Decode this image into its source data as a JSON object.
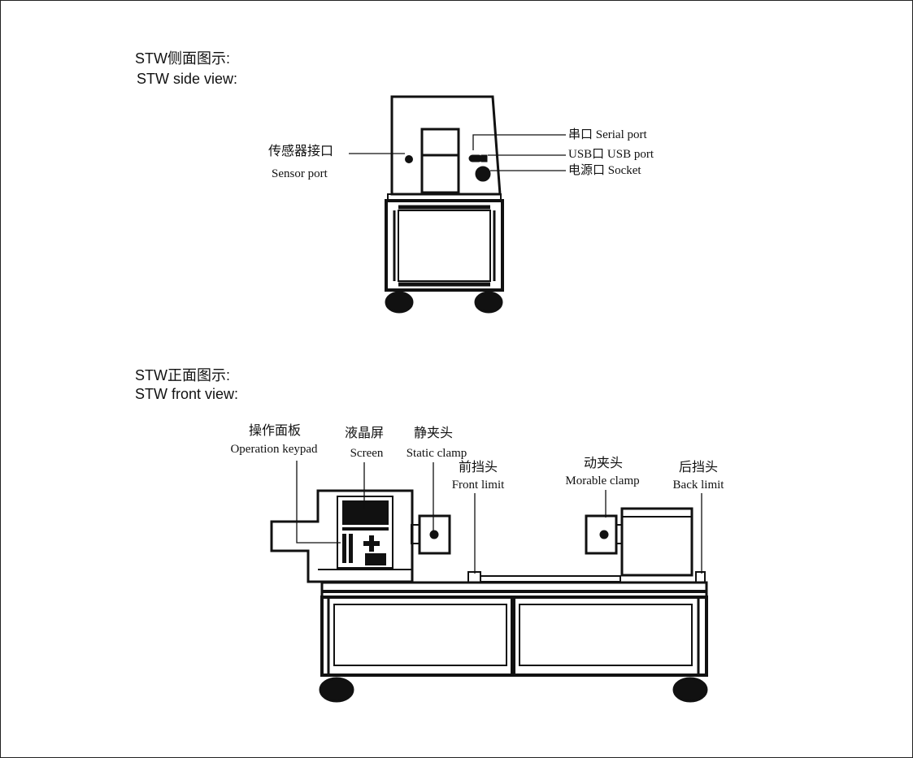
{
  "side_view": {
    "heading_cn": "STW侧面图示:",
    "heading_en": "STW side view:",
    "labels": {
      "sensor_cn": "传感器接口",
      "sensor_en": "Sensor port",
      "serial": "串口 Serial port",
      "usb": "USB口 USB port",
      "socket": "电源口 Socket"
    }
  },
  "front_view": {
    "heading_cn": "STW正面图示:",
    "heading_en": "STW front view:",
    "labels": [
      {
        "cn": "操作面板",
        "en": "Operation keypad"
      },
      {
        "cn": "液晶屏",
        "en": "Screen"
      },
      {
        "cn": "静夹头",
        "en": "Static clamp"
      },
      {
        "cn": "前挡头",
        "en": "Front limit"
      },
      {
        "cn": "动夹头",
        "en": "Morable clamp"
      },
      {
        "cn": "后挡头",
        "en": "Back limit"
      }
    ]
  }
}
